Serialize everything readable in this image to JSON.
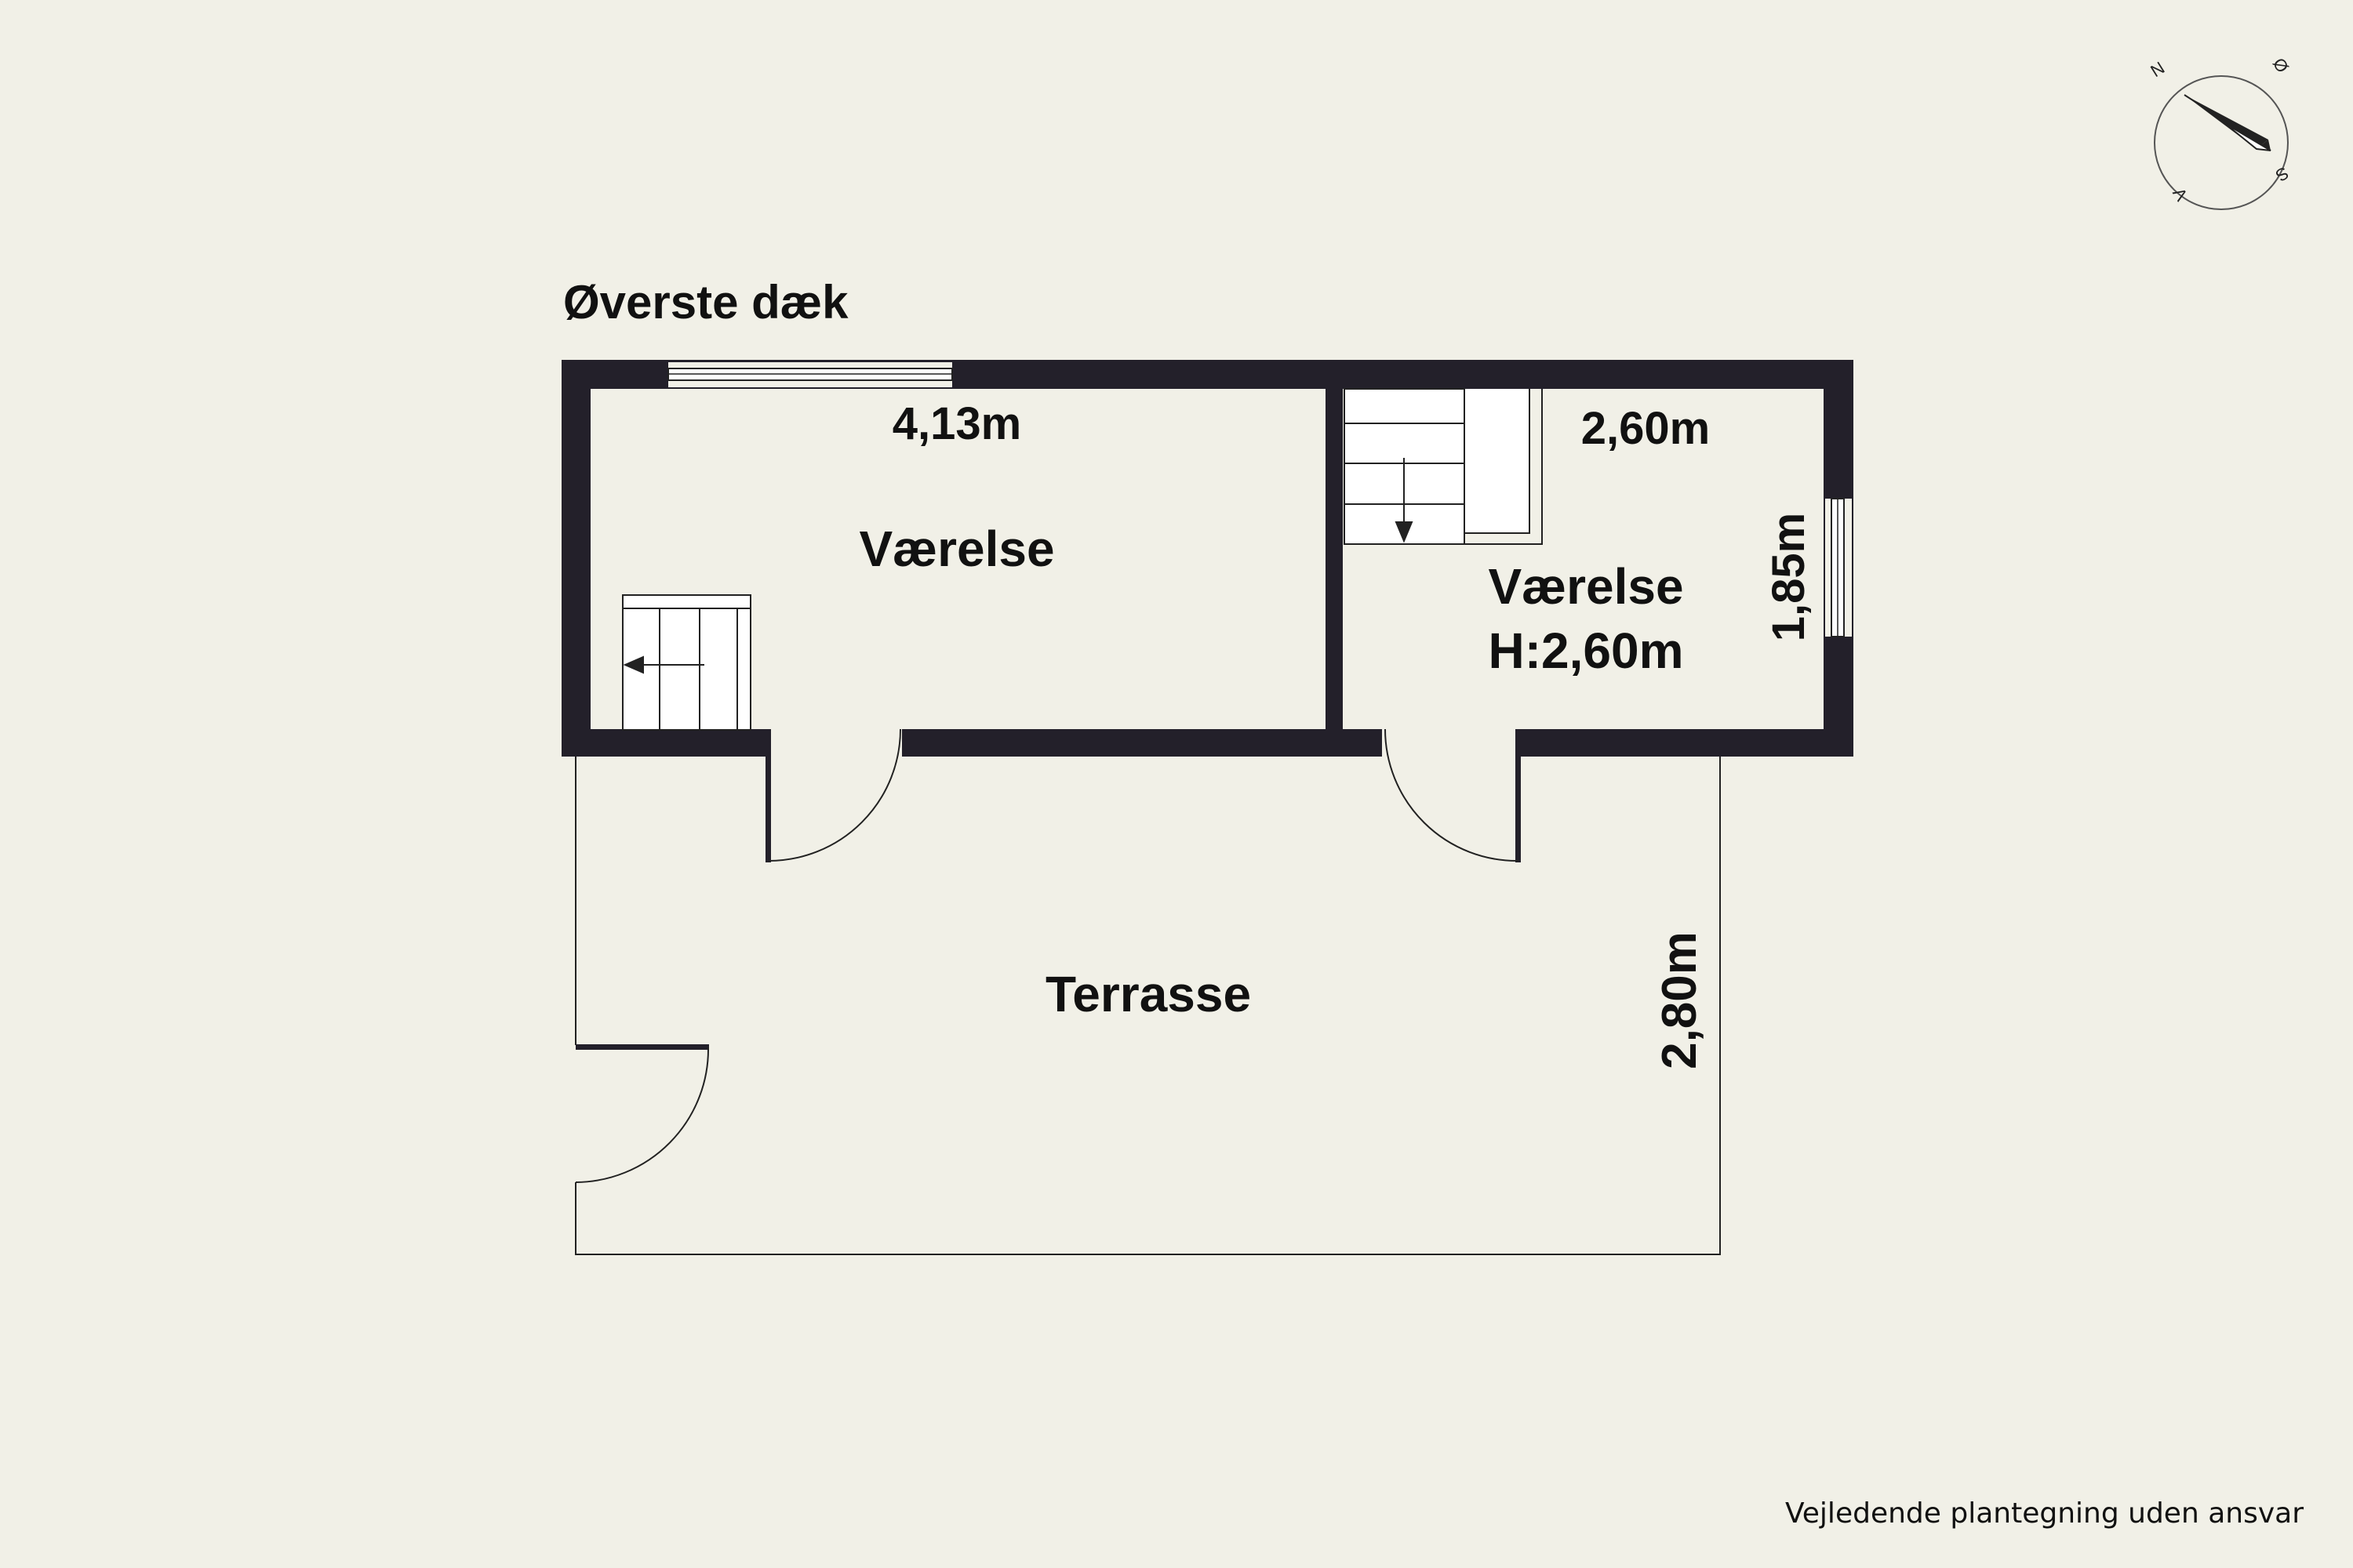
{
  "plan": {
    "title": "Øverste dæk",
    "disclaimer": "Vejledende plantegning uden ansvar",
    "colors": {
      "background": "#f1f0e7",
      "wall": "#23202a",
      "line": "#222222"
    }
  },
  "rooms": {
    "left": {
      "name": "Værelse",
      "dimension": "4,13m"
    },
    "right": {
      "name": "Værelse",
      "height": "H:2,60m",
      "dimension_width": "2,60m",
      "dimension_depth": "1,85m"
    },
    "terrace": {
      "name": "Terrasse",
      "dimension": "2,80m"
    }
  },
  "compass": {
    "north": "N",
    "east": "Ø",
    "south": "S",
    "west": "V",
    "icon": "compass-icon"
  }
}
